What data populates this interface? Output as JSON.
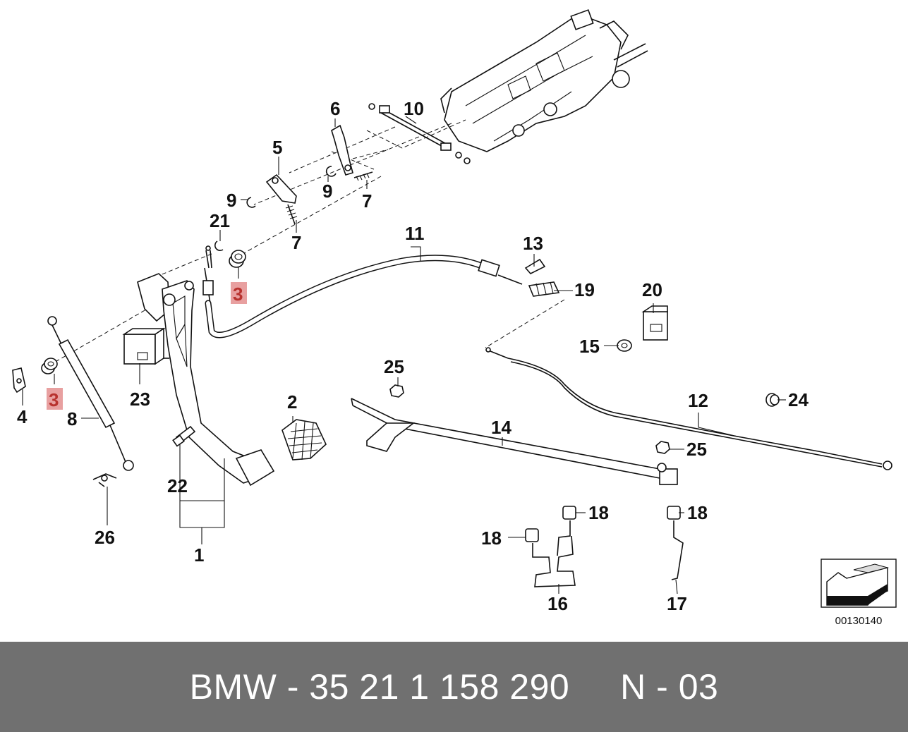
{
  "diagram": {
    "labels": [
      {
        "id": "l1",
        "text": "1"
      },
      {
        "id": "l2",
        "text": "2"
      },
      {
        "id": "l3a",
        "text": "3"
      },
      {
        "id": "l3b",
        "text": "3"
      },
      {
        "id": "l4",
        "text": "4"
      },
      {
        "id": "l5",
        "text": "5"
      },
      {
        "id": "l6",
        "text": "6"
      },
      {
        "id": "l7a",
        "text": "7"
      },
      {
        "id": "l7b",
        "text": "7"
      },
      {
        "id": "l8",
        "text": "8"
      },
      {
        "id": "l9a",
        "text": "9"
      },
      {
        "id": "l9b",
        "text": "9"
      },
      {
        "id": "l10",
        "text": "10"
      },
      {
        "id": "l11",
        "text": "11"
      },
      {
        "id": "l12",
        "text": "12"
      },
      {
        "id": "l13",
        "text": "13"
      },
      {
        "id": "l14",
        "text": "14"
      },
      {
        "id": "l15",
        "text": "15"
      },
      {
        "id": "l16",
        "text": "16"
      },
      {
        "id": "l17",
        "text": "17"
      },
      {
        "id": "l18a",
        "text": "18"
      },
      {
        "id": "l18b",
        "text": "18"
      },
      {
        "id": "l18c",
        "text": "18"
      },
      {
        "id": "l19",
        "text": "19"
      },
      {
        "id": "l20",
        "text": "20"
      },
      {
        "id": "l21",
        "text": "21"
      },
      {
        "id": "l22",
        "text": "22"
      },
      {
        "id": "l23",
        "text": "23"
      },
      {
        "id": "l24",
        "text": "24"
      },
      {
        "id": "l25a",
        "text": "25"
      },
      {
        "id": "l25b",
        "text": "25"
      },
      {
        "id": "l26",
        "text": "26"
      }
    ],
    "highlight_color": "#e8a0a0",
    "diagram_code": "00130140"
  },
  "footer": {
    "text": "BMW - 35 21 1 158 290     N - 03",
    "background": "#707070"
  }
}
